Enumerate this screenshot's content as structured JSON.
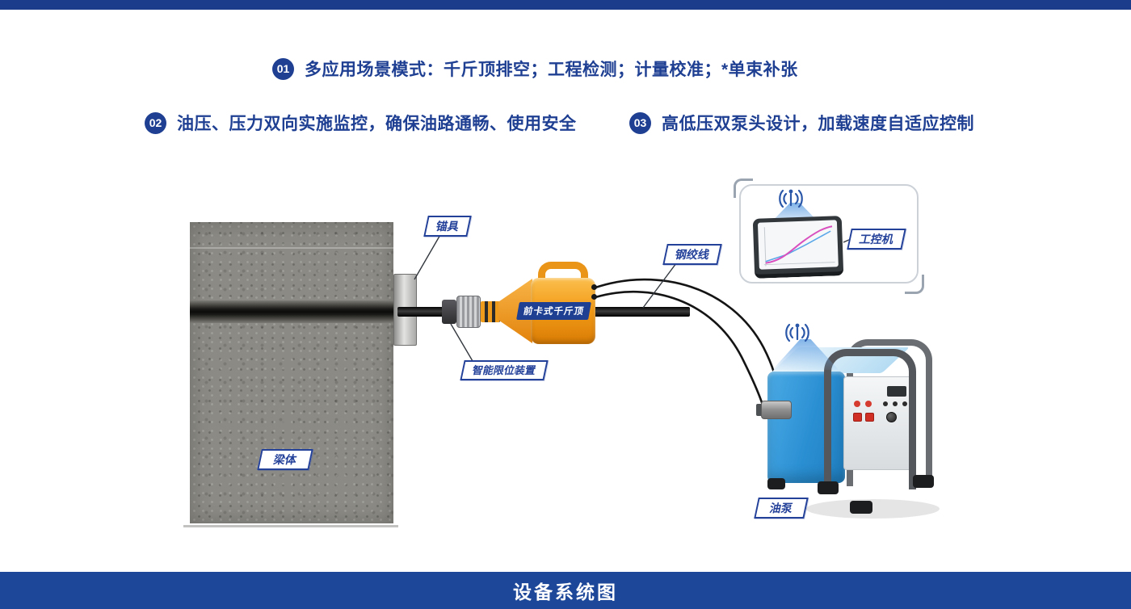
{
  "features": [
    {
      "num": "01",
      "text": "多应用场景模式：千斤顶排空；工程检测；计量校准；*单束补张"
    },
    {
      "num": "02",
      "text": "油压、压力双向实施监控，确保油路通畅、使用安全"
    },
    {
      "num": "03",
      "text": "高低压双泵头设计，加载速度自适应控制"
    }
  ],
  "labels": {
    "anchor": "锚具",
    "strand": "钢绞线",
    "limit_device": "智能限位装置",
    "beam": "梁体",
    "jack": "前卡式千斤顶",
    "industrial_pc": "工控机",
    "oil_pump": "油泵"
  },
  "footer": {
    "title": "设备系统图"
  },
  "colors": {
    "accent_blue": "#1e3f92",
    "top_bar_blue": "#1b3c8a",
    "banner_blue": "#1d4799",
    "jack_orange": "#f29a16",
    "pump_blue": "#2a8fd2"
  },
  "icons": {
    "wireless": "wireless-signal-icon"
  }
}
